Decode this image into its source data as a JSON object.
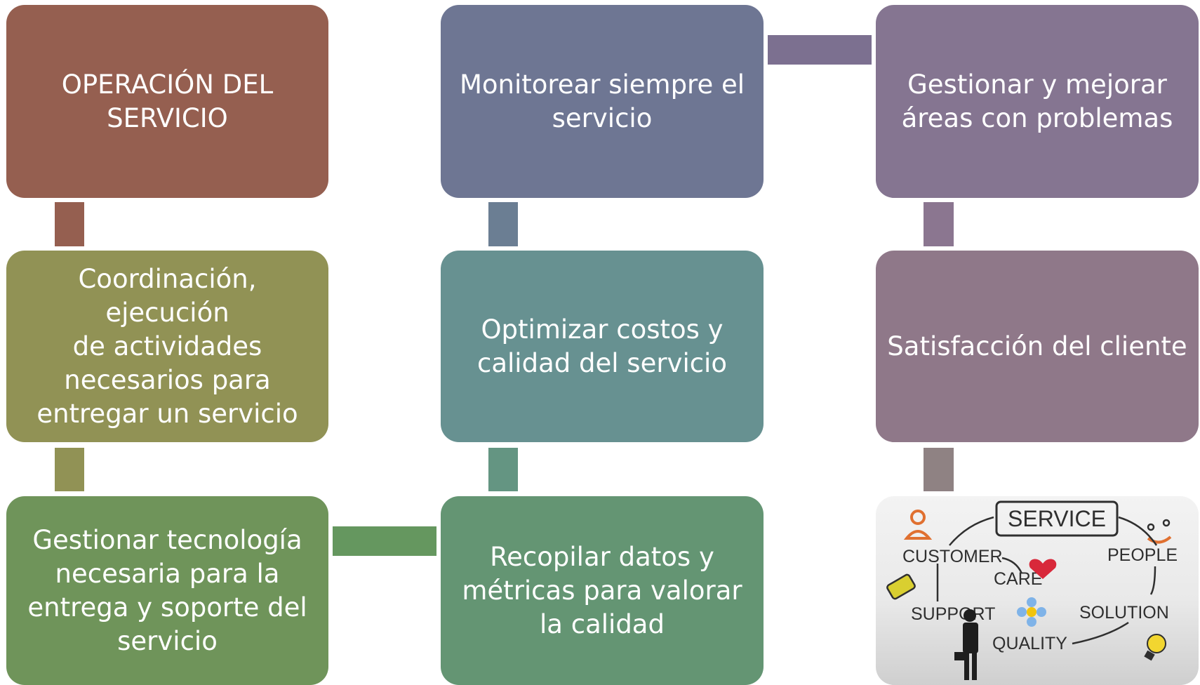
{
  "colors": {
    "operacion": "#955F50",
    "monitorear": "#6E7693",
    "gestionar_mejorar": "#857591",
    "coordinacion": "#919255",
    "optimizar": "#679191",
    "satisfaccion": "#8F7889",
    "gestionar_tecnologia": "#6F945A",
    "recopilar": "#649573"
  },
  "boxes": {
    "operacion": "OPERACIÓN DEL\nSERVICIO",
    "monitorear": "Monitorear siempre el\nservicio",
    "gestionar_mejorar": "Gestionar y mejorar\náreas con problemas",
    "coordinacion": "Coordinación, ejecución\nde actividades\nnecesarios para\nentregar un servicio",
    "optimizar": "Optimizar costos  y\ncalidad del servicio",
    "satisfaccion": "Satisfacción del cliente",
    "gestionar_tecnologia": "Gestionar tecnología\nnecesaria para la\nentrega y soporte del\nservicio",
    "recopilar": "Recopilar datos y\nmétricas  para valorar\nla calidad"
  },
  "image": {
    "service": "SERVICE",
    "customer": "CUSTOMER",
    "care": "CARE",
    "people": "PEOPLE",
    "support": "SUPPORT",
    "solution": "SOLUTION",
    "quality": "QUALITY"
  }
}
